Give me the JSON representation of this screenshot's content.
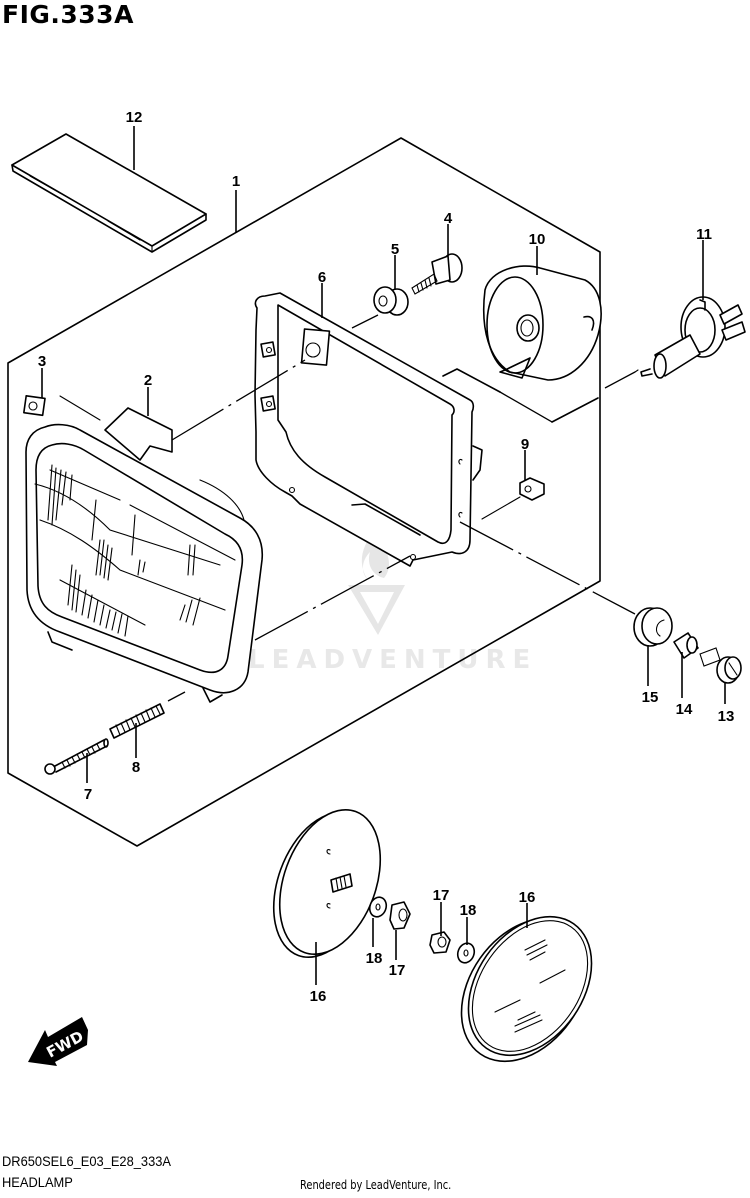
{
  "figure": {
    "title": "FIG.333A",
    "code": "DR650SEL6_E03_E28_333A",
    "name": "HEADLAMP",
    "credit": "Rendered by LeadVenture, Inc.",
    "watermark": "LEADVENTURE",
    "direction_indicator": "FWD"
  },
  "colors": {
    "line": "#000000",
    "background": "#ffffff",
    "watermark": "#e6e6e6"
  },
  "callouts": [
    {
      "id": "1",
      "label": "1",
      "part": "headlamp-assembly"
    },
    {
      "id": "2",
      "label": "2",
      "part": "headlamp-unit"
    },
    {
      "id": "3",
      "label": "3",
      "part": "nut"
    },
    {
      "id": "4",
      "label": "4",
      "part": "bolt"
    },
    {
      "id": "5",
      "label": "5",
      "part": "grommet"
    },
    {
      "id": "6",
      "label": "6",
      "part": "headlamp-frame"
    },
    {
      "id": "7",
      "label": "7",
      "part": "screw"
    },
    {
      "id": "8",
      "label": "8",
      "part": "spring"
    },
    {
      "id": "9",
      "label": "9",
      "part": "nut"
    },
    {
      "id": "10",
      "label": "10",
      "part": "bulb-socket-cover"
    },
    {
      "id": "11",
      "label": "11",
      "part": "bulb"
    },
    {
      "id": "12",
      "label": "12",
      "part": "cushion"
    },
    {
      "id": "13",
      "label": "13",
      "part": "bolt"
    },
    {
      "id": "14",
      "label": "14",
      "part": "collar"
    },
    {
      "id": "15",
      "label": "15",
      "part": "cushion"
    },
    {
      "id": "16a",
      "label": "16",
      "part": "reflector"
    },
    {
      "id": "16b",
      "label": "16",
      "part": "reflector"
    },
    {
      "id": "17a",
      "label": "17",
      "part": "nut"
    },
    {
      "id": "17b",
      "label": "17",
      "part": "nut"
    },
    {
      "id": "18a",
      "label": "18",
      "part": "washer"
    },
    {
      "id": "18b",
      "label": "18",
      "part": "washer"
    }
  ]
}
